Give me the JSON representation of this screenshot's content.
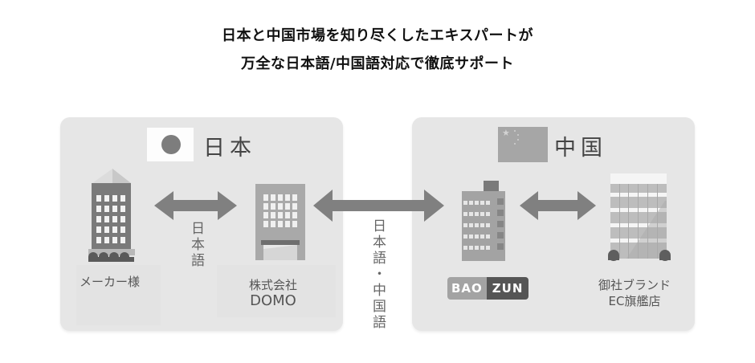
{
  "headline": {
    "line1": "日本と中国市場を知り尽くしたエキスパートが",
    "line2": "万全な日本語/中国語対応で徹底サポート"
  },
  "japan": {
    "flag": "japan-flag-icon",
    "label": "日本",
    "maker_caption": "メーカー様",
    "link_label": "日本語",
    "domo_caption_line1": "株式会社",
    "domo_caption_line2": "DOMO"
  },
  "bridge": {
    "label": "日本語・中国語"
  },
  "china": {
    "flag": "china-flag-icon",
    "label": "中国",
    "baozun_logo": {
      "part1": "BAO",
      "part2": "ZUN"
    },
    "ec_caption_line1": "御社ブランド",
    "ec_caption_line2": "EC旗艦店"
  },
  "colors": {
    "panel": "#e6e6e6",
    "arrow": "#7f7f7f",
    "text_dark": "#111111",
    "text_gray": "#555555"
  }
}
